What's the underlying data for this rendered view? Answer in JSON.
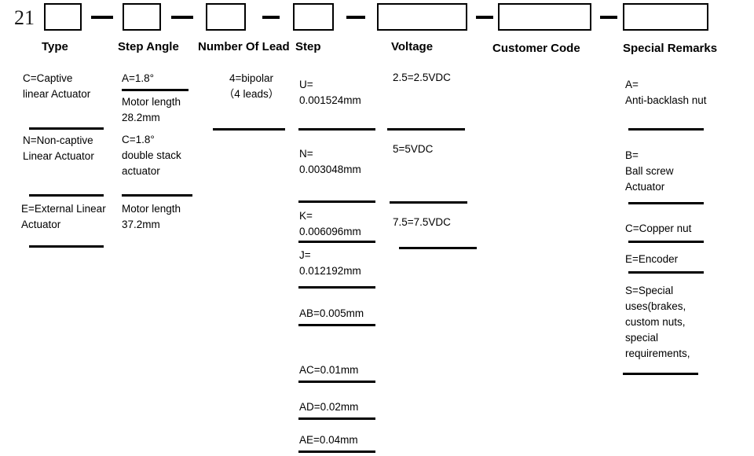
{
  "header": {
    "prefix": "21",
    "separator": "—",
    "boxes": [
      {
        "name": "type",
        "label": "Type"
      },
      {
        "name": "step-angle",
        "label": "Step Angle"
      },
      {
        "name": "number-of-lead",
        "label": "Number Of Lead"
      },
      {
        "name": "step",
        "label": "Step"
      },
      {
        "name": "voltage",
        "label": "Voltage"
      },
      {
        "name": "customer-code",
        "label": "Customer Code"
      },
      {
        "name": "special-remarks",
        "label": "Special Remarks"
      }
    ]
  },
  "columns": {
    "type": {
      "title": "Type",
      "entries": [
        "C=Captive\nlinear Actuator",
        "N=Non-captive\nLinear Actuator",
        "E=External Linear\nActuator"
      ]
    },
    "step_angle": {
      "title": "Step Angle",
      "entries": [
        "A=1.8°",
        "Motor length\n28.2mm",
        "C=1.8°\ndouble stack\nactuator",
        "Motor length\n37.2mm"
      ]
    },
    "number_of_lead": {
      "title": "Number Of Lead",
      "entries": [
        "4=bipolar\n（4 leads）"
      ]
    },
    "step": {
      "title": "Step",
      "entries": [
        "U=\n0.001524mm",
        "N=\n0.003048mm",
        "K=\n0.006096mm",
        "J=\n0.012192mm",
        "AB=0.005mm",
        "AC=0.01mm",
        "AD=0.02mm",
        "AE=0.04mm"
      ]
    },
    "voltage": {
      "title": "Voltage",
      "entries": [
        "2.5=2.5VDC",
        "5=5VDC",
        "7.5=7.5VDC"
      ]
    },
    "customer_code": {
      "title": "Customer Code",
      "entries": []
    },
    "special_remarks": {
      "title": "Special Remarks",
      "entries": [
        "A=\nAnti-backlash nut",
        "B=\nBall screw\nActuator",
        "C=Copper nut",
        "E=Encoder",
        "S=Special\nuses(brakes,\ncustom nuts,\nspecial\nrequirements,"
      ]
    }
  },
  "colors": {
    "ink": "#000000",
    "paper": "#ffffff",
    "prefix_ink": "#1a1a1a"
  }
}
